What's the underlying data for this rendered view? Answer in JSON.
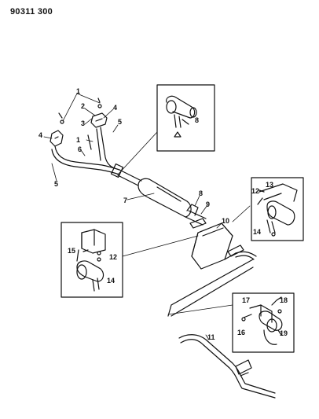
{
  "figure_code": "90311 300",
  "callouts": {
    "c1a": "1",
    "c1b": "1",
    "c2": "2",
    "c3": "3",
    "c4a": "4",
    "c4b": "4",
    "c5a": "5",
    "c5b": "5",
    "c6": "6",
    "c7": "7",
    "c8a": "8",
    "c8b": "8",
    "c9": "9",
    "c10": "10",
    "c11": "11",
    "c12a": "12",
    "c12b": "12",
    "c13": "13",
    "c14a": "14",
    "c14b": "14",
    "c15": "15",
    "c16": "16",
    "c17": "17",
    "c18": "18",
    "c19": "19"
  }
}
